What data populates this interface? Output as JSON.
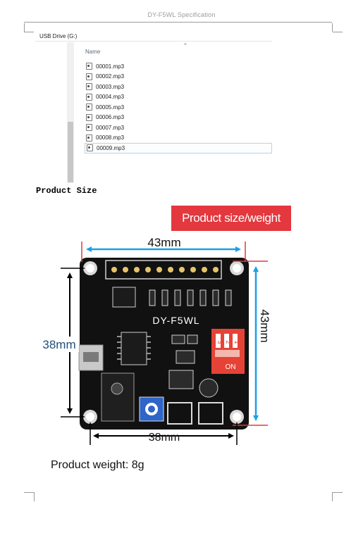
{
  "document": {
    "header": "DY-F5WL Specification"
  },
  "explorer": {
    "location": "USB Drive (G:)",
    "column_name": "Name",
    "files": [
      "00001.mp3",
      "00002.mp3",
      "00003.mp3",
      "00004.mp3",
      "00005.mp3",
      "00006.mp3",
      "00007.mp3",
      "00008.mp3",
      "00009.mp3"
    ],
    "selected_index": 8
  },
  "section": {
    "title": "Product Size"
  },
  "figure": {
    "banner": "Product size/weight",
    "board_label": "DY-F5WL",
    "dip_numbers": [
      "3",
      "2",
      "1"
    ],
    "dip_on": "ON",
    "dims": {
      "top": "43mm",
      "right": "43mm",
      "left": "38mm",
      "bottom": "38mm"
    },
    "colors": {
      "accent_red": "#e2383e",
      "dim_blue": "#1aa0e6",
      "pcb": "#111111"
    }
  },
  "weight": {
    "label": "Product weight: 8g"
  }
}
